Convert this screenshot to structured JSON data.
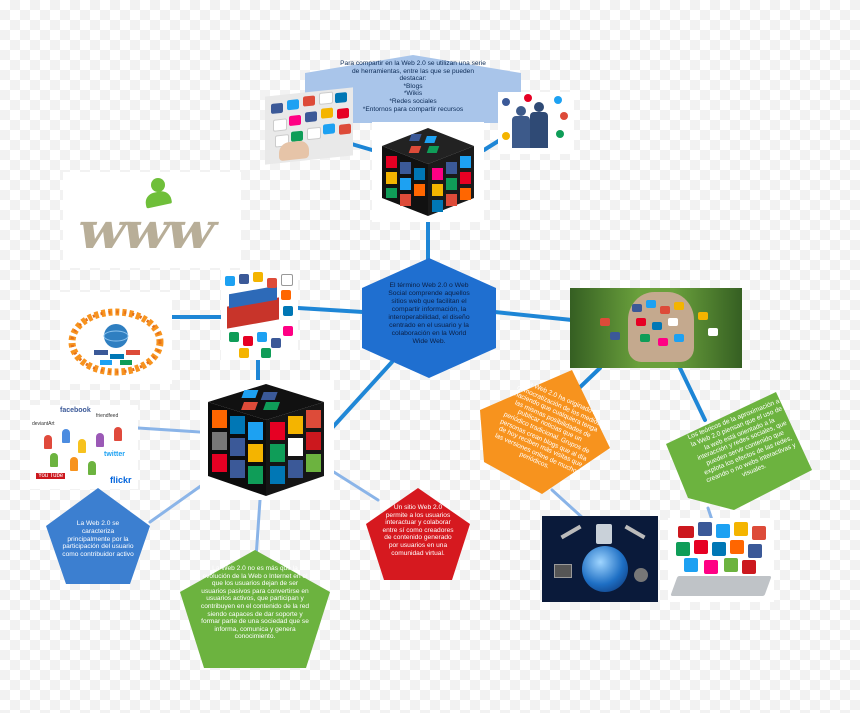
{
  "nodes": {
    "top_pentagon": "Para compartir en la Web 2.0 se utilizan una serie de herramientas, entre las que se pueden destacar:\n*Blogs\n*Wikis\n*Redes sociales\n*Entornos para compartir recursos",
    "center_hexagon": "El término Web 2.0 o Web Social comprende aquellos sitios web que facilitan el compartir información, la interoperabilidad, el diseño centrado en el usuario y la colaboración en la World Wide Web.",
    "orange_pentagon": "La Web 2.0 ha originado la democratización de los medios haciendo que cualquiera tenga las mismas posibilidades de publicar noticias que un periódico tradicional. Grupos de personas crean blogs que al día de hoy reciben más visitas que las versiones online de muchos periódicos.",
    "green_right_pentagon": "Los teóricos de la aproximación a la Web 2.0 piensan que el uso de la web está orientado a la interacción y redes sociales, que pueden servir contenido que explota los efectos de las redes, creando o no webs interactivas y visuales.",
    "red_pentagon": "Un sitio Web 2.0 permite a los usuarios interactuar y colaborar entre sí como creadores de contenido generado por usuarios en una comunidad virtual.",
    "green_bottom_pentagon": "La Web 2.0 no es más que la evolución de la Web o Internet en el que los usuarios dejan de ser usuarios pasivos para convertirse en usuarios activos, que participan y contribuyen en el contenido de la red siendo capaces de dar soporte y formar parte de una sociedad que se informa, comunica y genera conocimiento.",
    "blue_pentagon": "La Web 2.0 se caracteriza principalmente por la participación del usuario como contribuidor activo"
  },
  "image_labels": {
    "www": "www",
    "facebook": "facebook",
    "twitter": "twitter",
    "flickr": "flickr",
    "youtube": "You Tube",
    "deviantart": "deviantArt",
    "friendfeed": "friendfeed"
  },
  "colors": {
    "connector": "#1e86d6",
    "top_pentagon": "#a9c5ea",
    "center_hexagon": "#1f6fd0",
    "orange_pentagon": "#f7931e",
    "green_pentagon": "#6cb33f",
    "red_pentagon": "#d6191f",
    "blue_pentagon": "#3c7fd0"
  }
}
